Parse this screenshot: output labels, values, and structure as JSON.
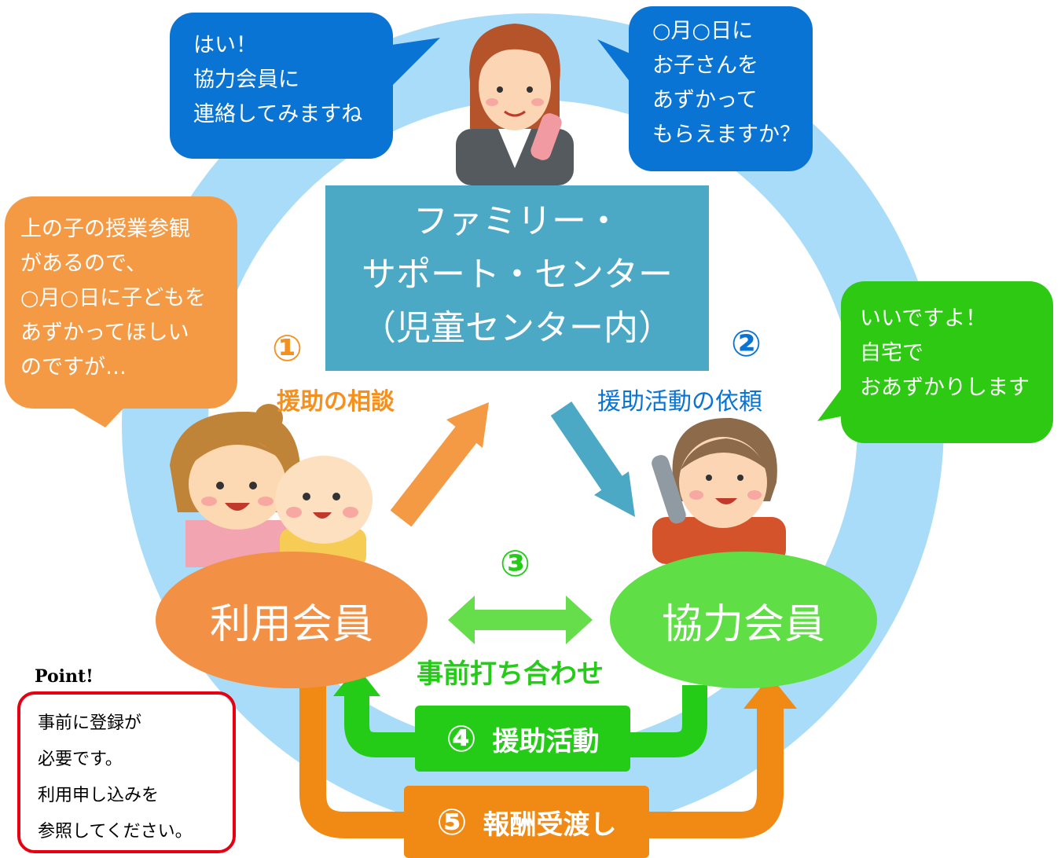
{
  "colors": {
    "ring": "#a9dcf9",
    "center_box": "#4ba9c6",
    "blue_bubble": "#0a74d4",
    "orange": "#f59a44",
    "orange_dark": "#f08a14",
    "green_bubble": "#2ec912",
    "green": "#5dd93a",
    "green_bright": "#24cc17",
    "point_border": "#e60012"
  },
  "center": {
    "lines": [
      "ファミリー・",
      "サポート・センター",
      "（児童センター内）"
    ]
  },
  "bubbles": {
    "staff_reply": [
      "はい！",
      "協力会員に",
      "連絡してみますね"
    ],
    "staff_request": [
      "○月○日に",
      "お子さんを",
      "あずかって",
      "もらえますか？"
    ],
    "user_request": [
      "上の子の授業参観",
      "があるので、",
      "○月○日に子どもを",
      "あずかってほしい",
      "のですが…"
    ],
    "helper_reply": [
      "いいですよ！",
      "自宅で",
      "おあずかりします"
    ]
  },
  "steps": {
    "step1": {
      "number": "①",
      "label": "援助の相談"
    },
    "step2": {
      "number": "②",
      "label": "援助活動の依頼"
    },
    "step3": {
      "number": "③",
      "label": "事前打ち合わせ"
    },
    "step4": {
      "number": "④",
      "label": "援助活動"
    },
    "step5": {
      "number": "⑤",
      "label": "報酬受渡し"
    }
  },
  "members": {
    "user": "利用会員",
    "helper": "協力会員"
  },
  "point": {
    "title": "Point!",
    "lines": [
      "事前に登録が",
      "必要です。",
      "利用申し込みを",
      "参照してください。"
    ]
  },
  "icons": [
    "staff-person-icon",
    "mother-baby-icon",
    "elderly-helper-icon",
    "arrow-icon"
  ]
}
